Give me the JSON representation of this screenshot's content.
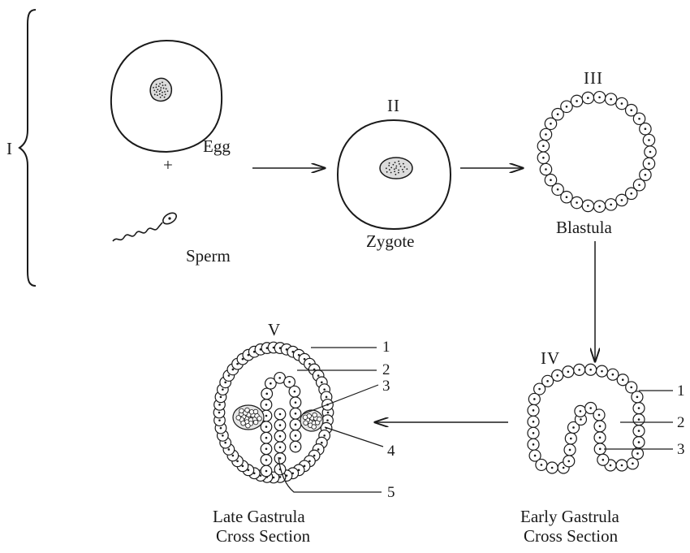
{
  "groups": {
    "stage_1_label": "I",
    "stage_2_label": "II",
    "stage_3_label": "III",
    "stage_4_label": "IV",
    "stage_5_label": "V"
  },
  "labels": {
    "egg": "Egg",
    "plus": "+",
    "sperm": "Sperm",
    "zygote": "Zygote",
    "blastula": "Blastula",
    "early_gastrula_line1": "Early Gastrula",
    "early_gastrula_line2": "Cross Section",
    "late_gastrula_line1": "Late Gastrula",
    "late_gastrula_line2": "Cross Section"
  },
  "callouts": {
    "early": [
      "1",
      "2",
      "3"
    ],
    "late": [
      "1",
      "2",
      "3",
      "4",
      "5"
    ]
  },
  "colors": {
    "ink": "#1a1a1a",
    "paper": "#ffffff"
  }
}
